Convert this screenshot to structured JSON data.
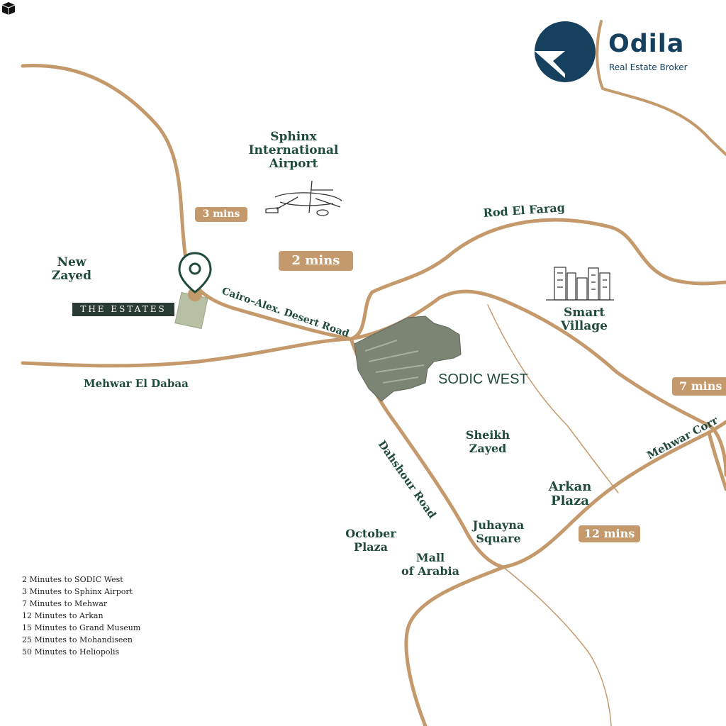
{
  "brand": {
    "name": "Odila",
    "tagline": "Real Estate Broker",
    "color": "#15405e"
  },
  "colors": {
    "road": "#c49a6c",
    "label": "#1f4a3c",
    "badge": "#c49a6c",
    "estates_bg": "#2a3b33"
  },
  "places": {
    "airport": [
      "Sphinx",
      "International",
      "Airport"
    ],
    "new_zayed": [
      "New",
      "Zayed"
    ],
    "smart_village": [
      "Smart",
      "Village"
    ],
    "sheikh_zayed": [
      "Sheikh",
      "Zayed"
    ],
    "arkan_plaza": [
      "Arkan",
      "Plaza"
    ],
    "october_plaza": [
      "October",
      "Plaza"
    ],
    "juhayna_square": [
      "Juhayna",
      "Square"
    ],
    "mall_of_arabia": [
      "Mall",
      "of Arabia"
    ],
    "sodic_west": "SODIC WEST",
    "the_estates": "THE ESTATES"
  },
  "roads": {
    "rod_el_farag": "Rod El Farag",
    "cairo_alex": "Cairo–Alex. Desert Road",
    "mehwar_el_dabaa": "Mehwar El Dabaa",
    "dahshour": "Dahshour Road",
    "mehwar_corridor": "Mehwar Corr"
  },
  "badges": {
    "three_mins": "3 mins",
    "two_mins": "2 mins",
    "seven_mins": "7 mins",
    "twelve_mins": "12 mins"
  },
  "legend": [
    "2 Minutes to SODIC West",
    "3 Minutes to Sphinx Airport",
    "7 Minutes to Mehwar",
    "12 Minutes to Arkan",
    "15 Minutes to Grand Museum",
    "25 Minutes to Mohandiseen",
    "50 Minutes to Heliopolis"
  ],
  "icons": {
    "location_pin": "location-pin-icon",
    "airplane": "airplane-icon",
    "buildings": "buildings-icon",
    "cube": "cube-icon",
    "logo": "odila-logo-icon"
  }
}
